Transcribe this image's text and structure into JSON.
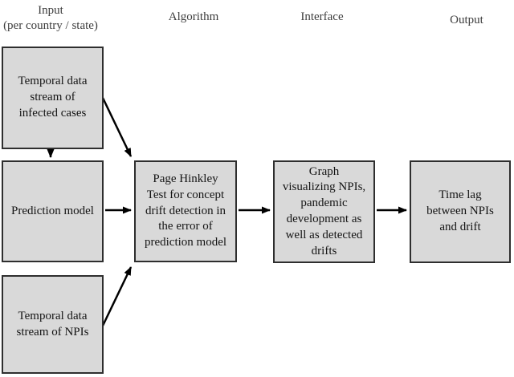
{
  "headers": {
    "input": "Input\n(per country / state)",
    "algorithm": "Algorithm",
    "interface": "Interface",
    "output": "Output"
  },
  "boxes": {
    "infected_cases": "Temporal data\nstream of\ninfected cases",
    "prediction_model": "Prediction model",
    "npi_stream": "Temporal data\nstream of NPIs",
    "page_hinkley": "Page Hinkley\nTest for concept\ndrift detection in\nthe error of\nprediction model",
    "graph": "Graph\nvisualizing NPIs,\npandemic\ndevelopment as\nwell as detected\ndrifts",
    "time_lag": "Time lag\nbetween NPIs\nand drift"
  },
  "colors": {
    "box_fill": "#d9d9d9",
    "box_border": "#2e2e2e",
    "arrow": "#000000",
    "header_text": "#3d3d3d",
    "box_text": "#141414"
  }
}
